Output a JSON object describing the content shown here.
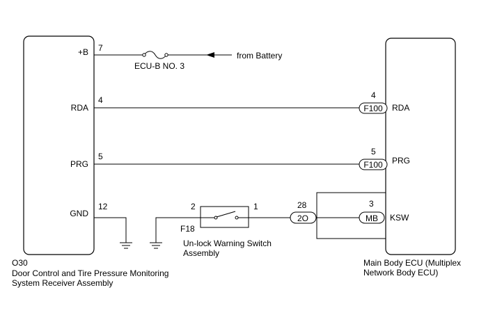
{
  "left_component": {
    "code": "O30",
    "name_line1": "Door Control and Tire Pressure Monitoring",
    "name_line2": "System Receiver Assembly",
    "terminals": [
      {
        "label": "+B",
        "pin": "7"
      },
      {
        "label": "RDA",
        "pin": "4"
      },
      {
        "label": "PRG",
        "pin": "5"
      },
      {
        "label": "GND",
        "pin": "12"
      }
    ]
  },
  "right_component": {
    "name_line1": "Main Body ECU (Multiplex",
    "name_line2": "Network Body ECU)",
    "terminals": [
      {
        "label": "RDA",
        "pin": "4",
        "connector": "F100"
      },
      {
        "label": "PRG",
        "pin": "5",
        "connector": "F100"
      },
      {
        "label": "KSW",
        "pin": "3",
        "connector": "MB"
      }
    ]
  },
  "fuse": {
    "label": "ECU-B NO. 3"
  },
  "battery": {
    "label": "from Battery"
  },
  "switch": {
    "code": "F18",
    "name_line1": "Un-lock Warning Switch",
    "name_line2": "Assembly",
    "pin_left": "2",
    "pin_right": "1"
  },
  "junction": {
    "pin": "28",
    "connector": "2O"
  }
}
